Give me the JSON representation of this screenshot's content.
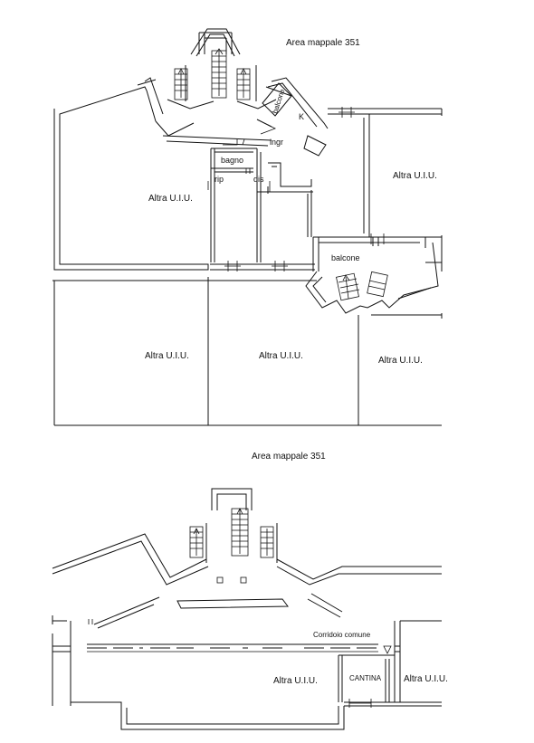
{
  "upper_plan": {
    "area_label": "Area mappale 351",
    "rooms": {
      "balcony_top": "balcone",
      "kitchen": "K",
      "entrance": "ingr",
      "bathroom": "bagno",
      "storage": "rip",
      "hallway": "dis",
      "balcony_bottom": "balcone"
    },
    "other_units": {
      "west": "Altra U.I.U.",
      "east": "Altra U.I.U.",
      "south_west": "Altra U.I.U.",
      "south_center": "Altra U.I.U.",
      "south_east": "Altra U.I.U."
    }
  },
  "lower_plan": {
    "area_label": "Area mappale 351",
    "corridor": "Corridoio comune",
    "cellar": "CANTINA",
    "other_units": {
      "center": "Altra U.I.U.",
      "east": "Altra U.I.U."
    }
  }
}
